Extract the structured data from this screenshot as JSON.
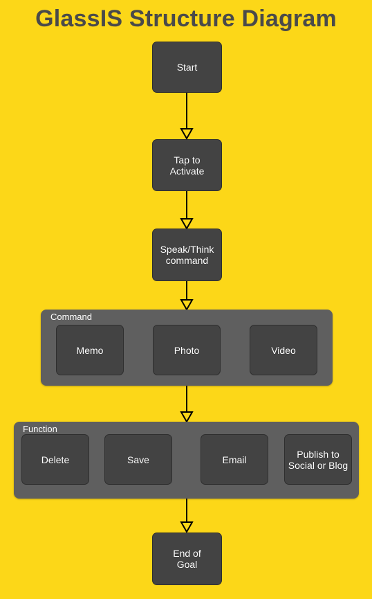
{
  "title": "GlassIS Structure Diagram",
  "nodes": {
    "start": "Start",
    "tap": "Tap to\nActivate",
    "speak": "Speak/Think\ncommand",
    "end": "End of\nGoal"
  },
  "command_group": {
    "label": "Command",
    "items": [
      "Memo",
      "Photo",
      "Video"
    ]
  },
  "function_group": {
    "label": "Function",
    "items": [
      "Delete",
      "Save",
      "Email",
      "Publish to\nSocial or Blog"
    ]
  },
  "colors": {
    "background": "#FCD718",
    "node": "#434343",
    "group": "#5f5f5f",
    "title": "#4a4a4a"
  }
}
